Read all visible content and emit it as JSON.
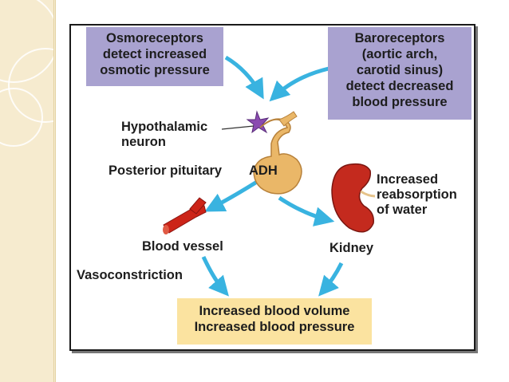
{
  "boxes": {
    "osmoreceptors": [
      "Osmoreceptors",
      "detect increased",
      "osmotic pressure"
    ],
    "baroreceptors": [
      "Baroreceptors",
      "(aortic arch,",
      "carotid sinus)",
      "detect decreased",
      "blood pressure"
    ],
    "result": [
      "Increased blood volume",
      "Increased blood pressure"
    ]
  },
  "labels": {
    "hypothalamic": [
      "Hypothalamic",
      "neuron"
    ],
    "pituitary": "Posterior pituitary",
    "adh": "ADH",
    "blood_vessel": "Blood vessel",
    "vasoconstriction": "Vasoconstriction",
    "kidney": "Kidney",
    "reabsorption": [
      "Increased",
      "reabsorption",
      "of water"
    ]
  },
  "colors": {
    "receptor_box": "#a9a2d0",
    "result_box": "#fbe3a0",
    "arrow": "#39b3e0",
    "kidney": "#c42a1e",
    "vessel": "#cc2418",
    "gland": "#eab768",
    "neuron": "#8a4bb0",
    "slide_band": "#f6ebcf"
  }
}
